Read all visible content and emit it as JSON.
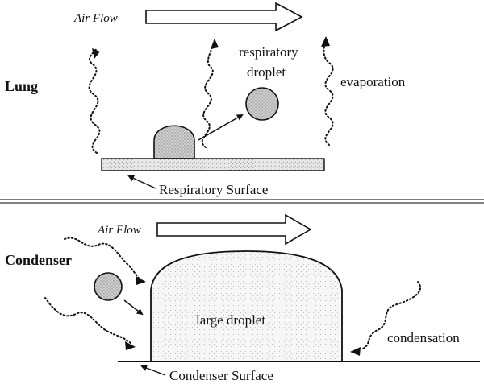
{
  "lung_panel": {
    "title": "Lung",
    "air_flow_label": "Air Flow",
    "droplet_label_line1": "respiratory",
    "droplet_label_line2": "droplet",
    "evaporation_label": "evaporation",
    "surface_label": "Respiratory Surface"
  },
  "condenser_panel": {
    "title": "Condenser",
    "air_flow_label": "Air Flow",
    "large_droplet_label": "large droplet",
    "condensation_label": "condensation",
    "surface_label": "Condenser Surface"
  }
}
